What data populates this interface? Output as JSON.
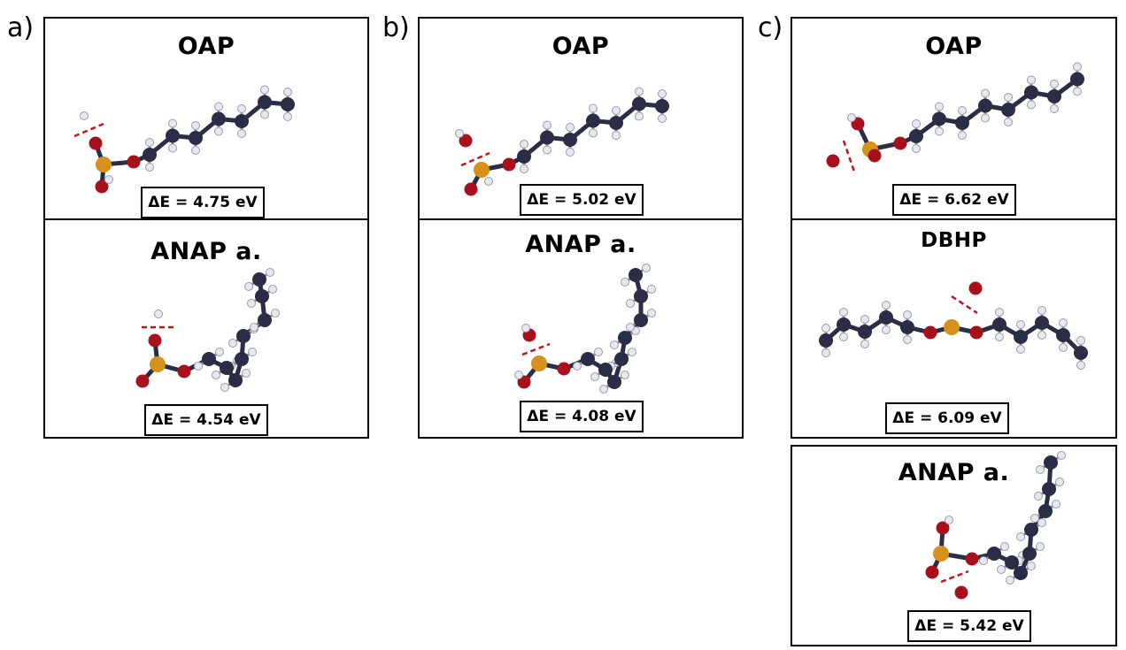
{
  "figure": {
    "panel_labels": [
      "a)",
      "b)",
      "c)"
    ],
    "boxes": {
      "a_top": {
        "title": "OAP",
        "energy": "ΔE = 4.75 eV"
      },
      "a_bottom": {
        "title": "ANAP a.",
        "energy": "ΔE = 4.54 eV"
      },
      "b_top": {
        "title": "OAP",
        "energy": "ΔE = 5.02 eV"
      },
      "b_bottom": {
        "title": "ANAP a.",
        "energy": "ΔE = 4.08 eV"
      },
      "c_top": {
        "title": "OAP",
        "energy": "ΔE = 6.62 eV"
      },
      "c_middle": {
        "title": "DBHP",
        "energy": "ΔE = 6.09 eV"
      },
      "c_bottom": {
        "title": "ANAP a.",
        "energy": "ΔE = 5.42 eV"
      }
    }
  },
  "colors": {
    "carbon": "#2a2d45",
    "hydrogen": "#e6e8ee",
    "oxygen": "#a8101c",
    "phosphorus": "#d6901c",
    "cleavage_line": "#c0161b"
  }
}
